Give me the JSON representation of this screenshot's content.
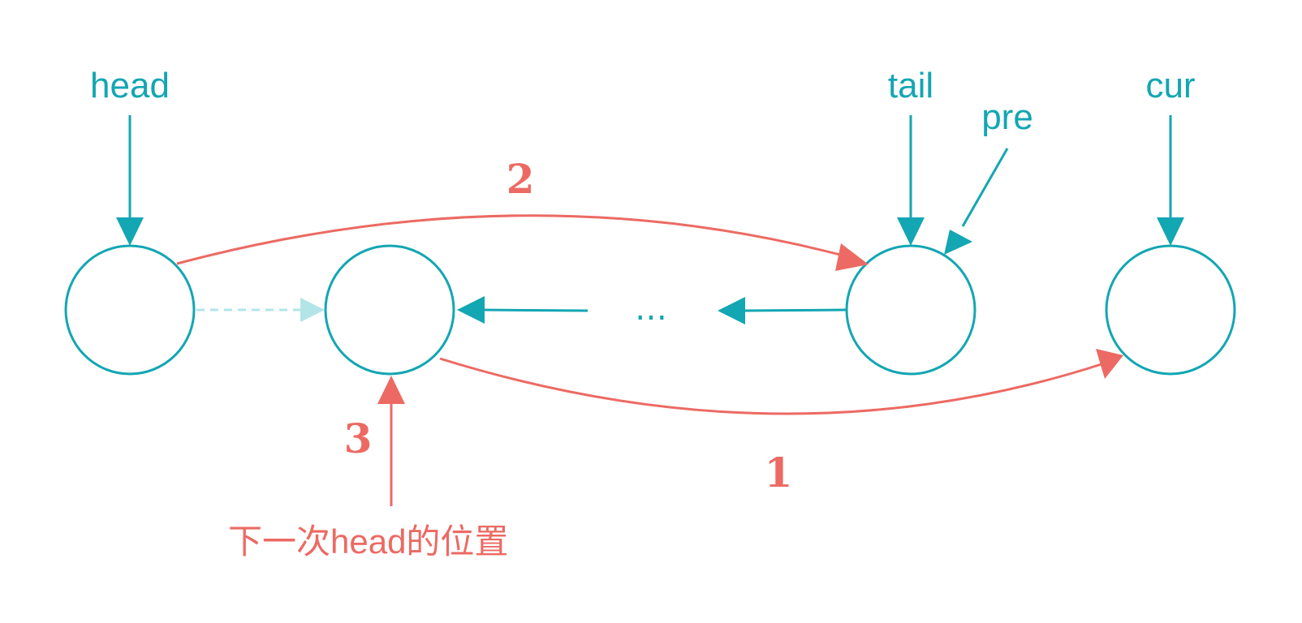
{
  "colors": {
    "teal": "#13a6b3",
    "red": "#ec6a63",
    "teal_faint": "#b2e4e8"
  },
  "labels": {
    "head": "head",
    "tail": "tail",
    "pre": "pre",
    "cur": "cur",
    "ellipsis": "…",
    "next_head": "下一次head的位置"
  },
  "steps": {
    "one": "1",
    "two": "2",
    "three": "3"
  }
}
